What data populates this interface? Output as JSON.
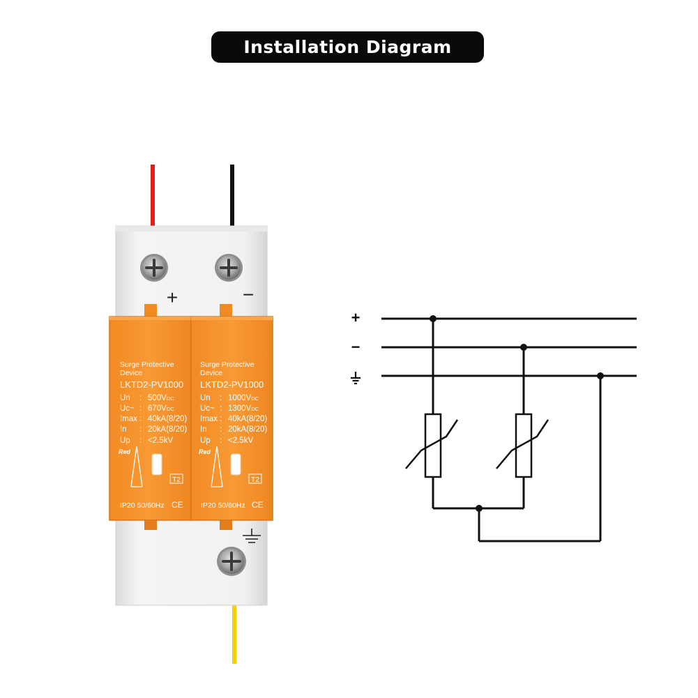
{
  "header": {
    "title": "Installation Diagram"
  },
  "colors": {
    "positive_wire": "#e11d1d",
    "negative_wire": "#111111",
    "ground_wire": "#f4d008",
    "module_orange": "#f7952f",
    "housing": "#efeff0",
    "schematic": "#111111"
  },
  "device": {
    "terminal_plus": "+",
    "terminal_minus": "−",
    "modules": [
      {
        "title_line1": "Surge Protective",
        "title_line2": "Device",
        "model": "LKTD2-PV1000",
        "specs": [
          {
            "key": "Un",
            "value": "500V",
            "unit": "DC"
          },
          {
            "key": "Uc~",
            "value": "670V",
            "unit": "DC"
          },
          {
            "key": "Imax",
            "value": "40kA(8/20)",
            "unit": ""
          },
          {
            "key": "In",
            "value": "20kA(8/20)",
            "unit": ""
          },
          {
            "key": "Up",
            "value": "<2.5kV",
            "unit": ""
          }
        ],
        "indicator_label": "Red",
        "class_badge": "T2",
        "footer": "IP20 50/60Hz",
        "ce_mark": "CE"
      },
      {
        "title_line1": "Surge Protective",
        "title_line2": "Device",
        "model": "LKTD2-PV1000",
        "specs": [
          {
            "key": "Un",
            "value": "1000V",
            "unit": "DC"
          },
          {
            "key": "Uc~",
            "value": "1300V",
            "unit": "DC"
          },
          {
            "key": "Imax",
            "value": "40kA(8/20)",
            "unit": ""
          },
          {
            "key": "In",
            "value": "20kA(8/20)",
            "unit": ""
          },
          {
            "key": "Up",
            "value": "<2.5kV",
            "unit": ""
          }
        ],
        "indicator_label": "Red",
        "class_badge": "T2",
        "footer": "IP20 50/60Hz",
        "ce_mark": "CE"
      }
    ]
  },
  "schematic": {
    "line_plus_label": "+",
    "line_minus_label": "−",
    "ground_symbol": "ground-icon"
  }
}
